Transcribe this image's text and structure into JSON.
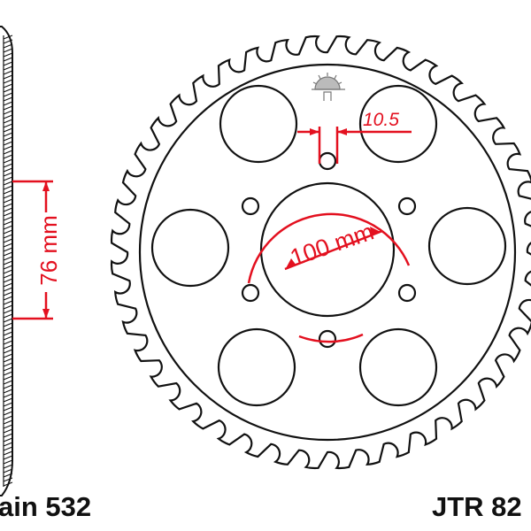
{
  "dimensions": {
    "center_bore": "100 mm",
    "hub_width": "76 mm",
    "bolt_hole": "10.5"
  },
  "footer": {
    "chain_label": "ain 532",
    "part_number": "JTR 82"
  },
  "colors": {
    "outline": "#111111",
    "dimension": "#e3101f"
  },
  "icons": {
    "logo": "sunrise-logo-icon"
  }
}
